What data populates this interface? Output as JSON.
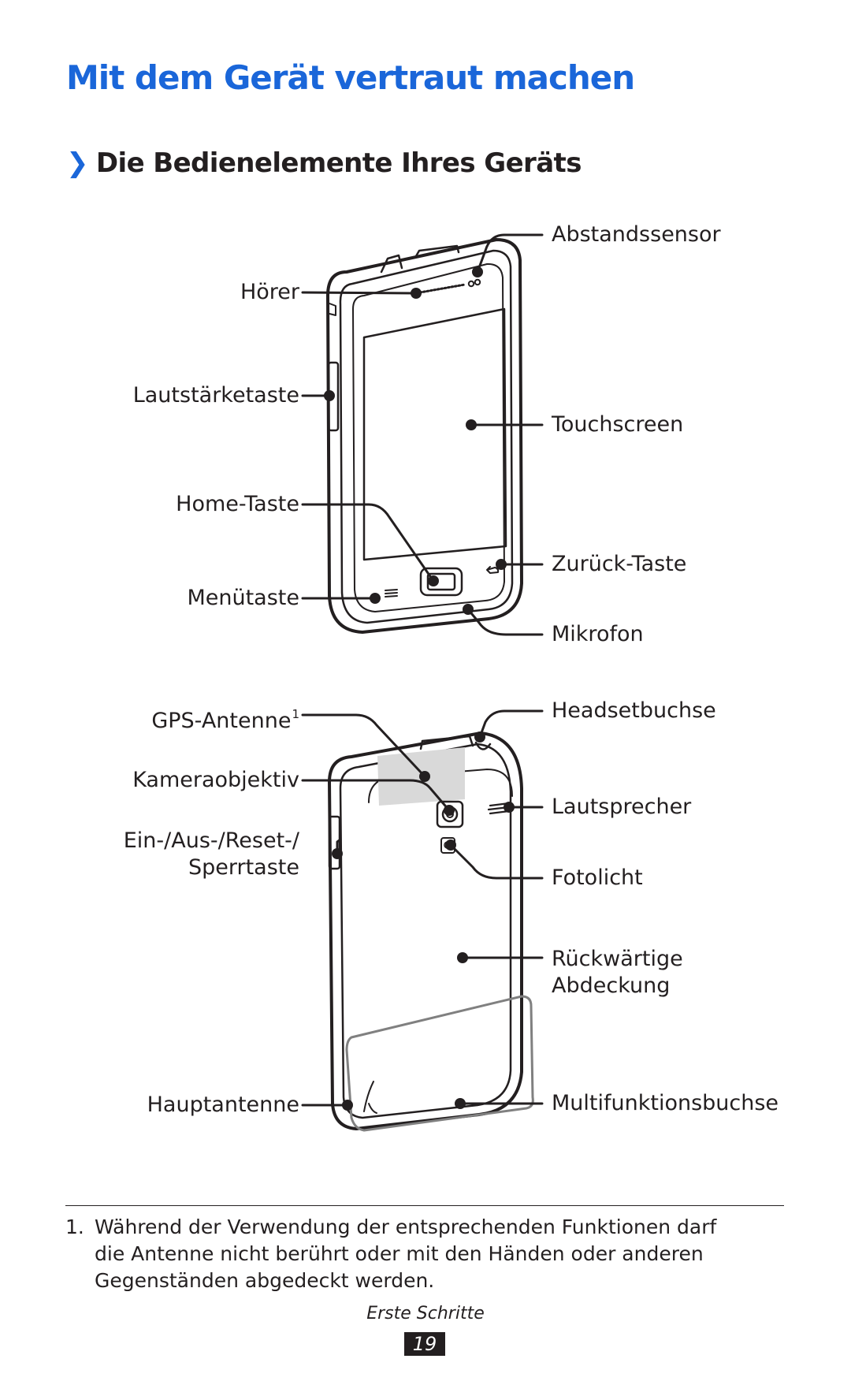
{
  "title": "Mit dem Gerät vertraut machen",
  "section": {
    "chevron": "❯",
    "heading": "Die Bedienelemente Ihres Geräts"
  },
  "front_labels": {
    "abstandssensor": "Abstandssensor",
    "hoerer": "Hörer",
    "lautstaerketaste": "Lautstärketaste",
    "touchscreen": "Touchscreen",
    "home_taste": "Home-Taste",
    "zurueck_taste": "Zurück-Taste",
    "menuetaste": "Menütaste",
    "mikrofon": "Mikrofon"
  },
  "back_labels": {
    "gps_antenne": "GPS-Antenne",
    "gps_footnote_mark": "1",
    "headsetbuchse": "Headsetbuchse",
    "kameraobjektiv": "Kameraobjektiv",
    "lautsprecher": "Lautsprecher",
    "ein_aus_line1": "Ein-/Aus-/Reset-/",
    "ein_aus_line2": "Sperrtaste",
    "fotolicht": "Fotolicht",
    "rueckwaertige_line1": "Rückwärtige",
    "rueckwaertige_line2": "Abdeckung",
    "hauptantenne": "Hauptantenne",
    "multifunktionsbuchse": "Multifunktionsbuchse"
  },
  "footnote": {
    "number": "1.",
    "text": "Während der Verwendung der entsprechenden Funktionen darf\ndie Antenne nicht berührt oder mit den Händen oder anderen\nGegenständen abgedeckt werden."
  },
  "footer": {
    "section": "Erste Schritte",
    "page": "19"
  },
  "colors": {
    "accent": "#1a66d9",
    "text": "#231f20",
    "shaded_area": "#d9d9d9"
  }
}
